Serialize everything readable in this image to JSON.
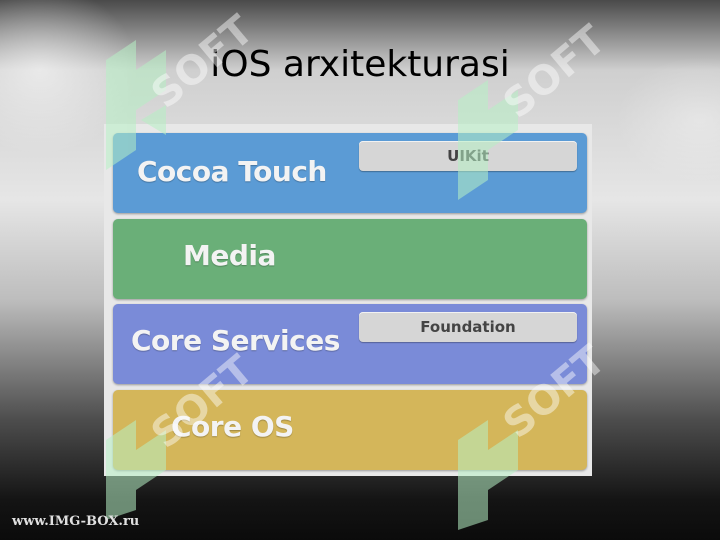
{
  "slide": {
    "title": "iOS arxitekturasi"
  },
  "diagram": {
    "layers": [
      {
        "label": "Cocoa Touch",
        "badge": "UIKit",
        "color": "#5b9bd5"
      },
      {
        "label": "Media",
        "badge": "",
        "color": "#6aaf78"
      },
      {
        "label": "Core Services",
        "badge": "Foundation",
        "color": "#7a8bd8"
      },
      {
        "label": "Core OS",
        "badge": "",
        "color": "#d4b65a"
      }
    ]
  },
  "watermark": {
    "text": "SOFT",
    "icon": "soft-logo-icon",
    "color": "#b6f0c4"
  },
  "footer": {
    "credit": "www.IMG-BOX.ru"
  }
}
